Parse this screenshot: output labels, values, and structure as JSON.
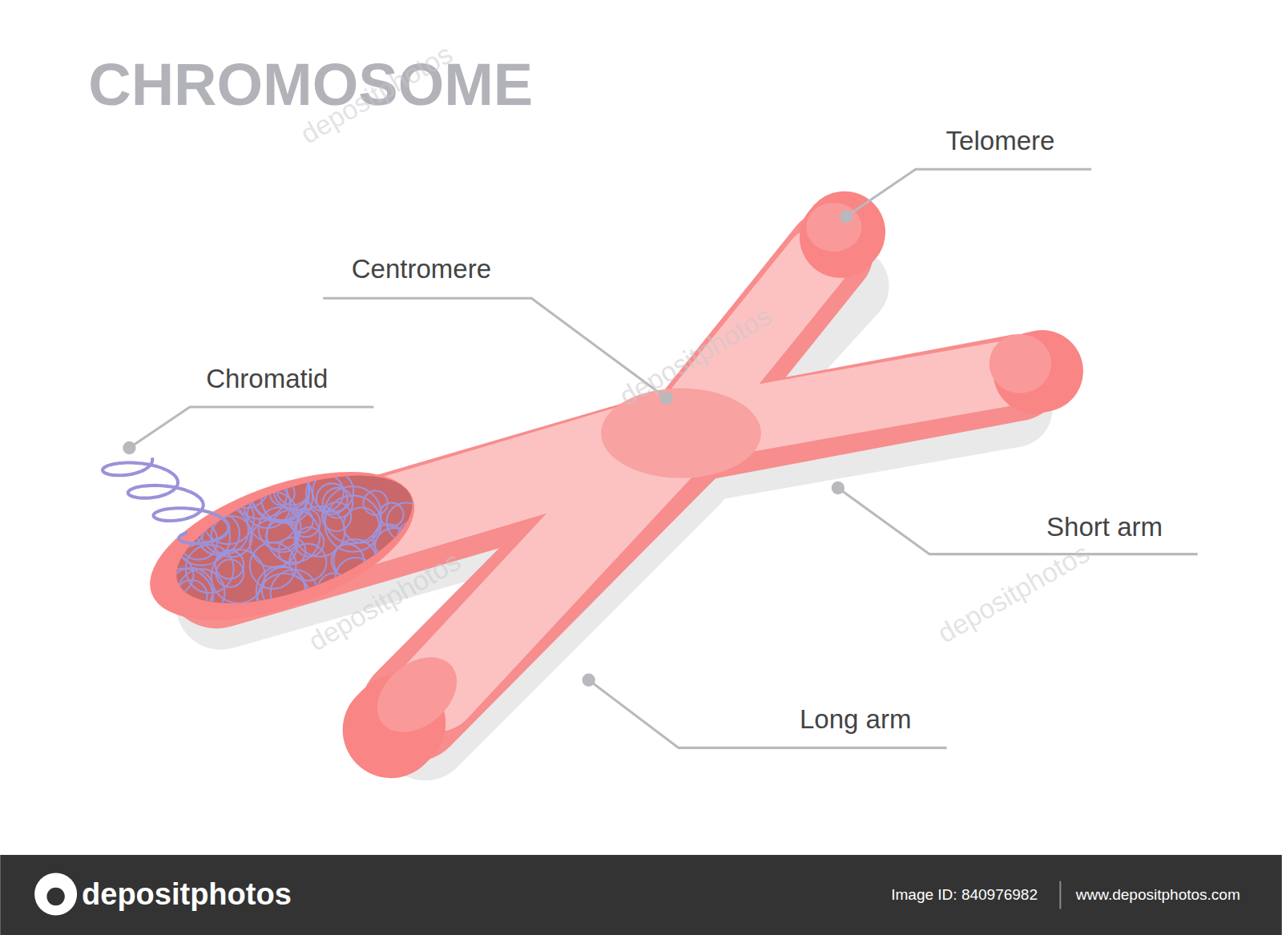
{
  "diagram": {
    "title": "CHROMOSOME",
    "labels": [
      "Telomere",
      "Centromere",
      "Chromatid",
      "Short arm",
      "Long arm",
      "depositphotos",
      "depositphotos",
      "depositphotos",
      "depositphotos",
      "depositphotos",
      "Image ID: 840976982",
      "www.depositphotos.com"
    ]
  }
}
